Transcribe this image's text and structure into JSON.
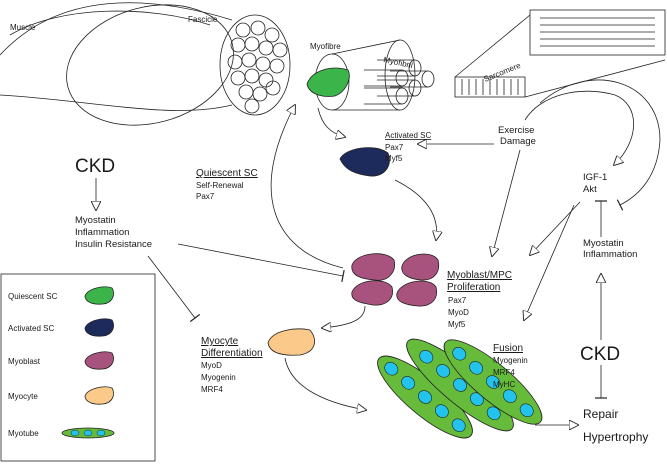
{
  "anatomy": {
    "muscle": "Muscle",
    "fascicle": "Fascicle",
    "myofibre": "Myofibre",
    "myofibril": "Myofibril",
    "sarcomere": "Sarcomere"
  },
  "exercise": {
    "line1": "Exercise",
    "line2": "Damage"
  },
  "ckd_left": {
    "title": "CKD",
    "factors": [
      "Myostatin",
      "Inflammation",
      "Insulin Resistance"
    ]
  },
  "ckd_right": {
    "title": "CKD",
    "factors": [
      "Myostatin",
      "Inflammation"
    ],
    "growth": [
      "IGF-1",
      "Akt"
    ]
  },
  "stages": {
    "quiescent": {
      "title": "Quiescent SC",
      "lines": [
        "Self-Renewal",
        "Pax7"
      ]
    },
    "activated": {
      "title": "Activated SC",
      "lines": [
        "Pax7",
        "Myf5"
      ]
    },
    "proliferation": {
      "title1": "Myoblast/MPC",
      "title2": "Proliferation",
      "lines": [
        "Pax7",
        "MyoD",
        "Myf5"
      ]
    },
    "differentiation": {
      "title1": "Myocyte",
      "title2": "Differentiation",
      "lines": [
        "MyoD",
        "Myogenin",
        "MRF4"
      ]
    },
    "fusion": {
      "title": "Fusion",
      "lines": [
        "Myogenin",
        "MRF4",
        "MyHC"
      ]
    }
  },
  "outcome": {
    "line1": "Repair",
    "line2": "Hypertrophy"
  },
  "legend": {
    "items": [
      "Quiescent SC",
      "Activated SC",
      "Myoblast",
      "Myocyte",
      "Myotube"
    ]
  },
  "colors": {
    "quiescent": "#3bb54a",
    "activated": "#1d2a5c",
    "myoblast": "#a8527e",
    "myocyte": "#fbc98a",
    "myotube": "#66bb3a",
    "nucleus": "#22c4ee"
  }
}
